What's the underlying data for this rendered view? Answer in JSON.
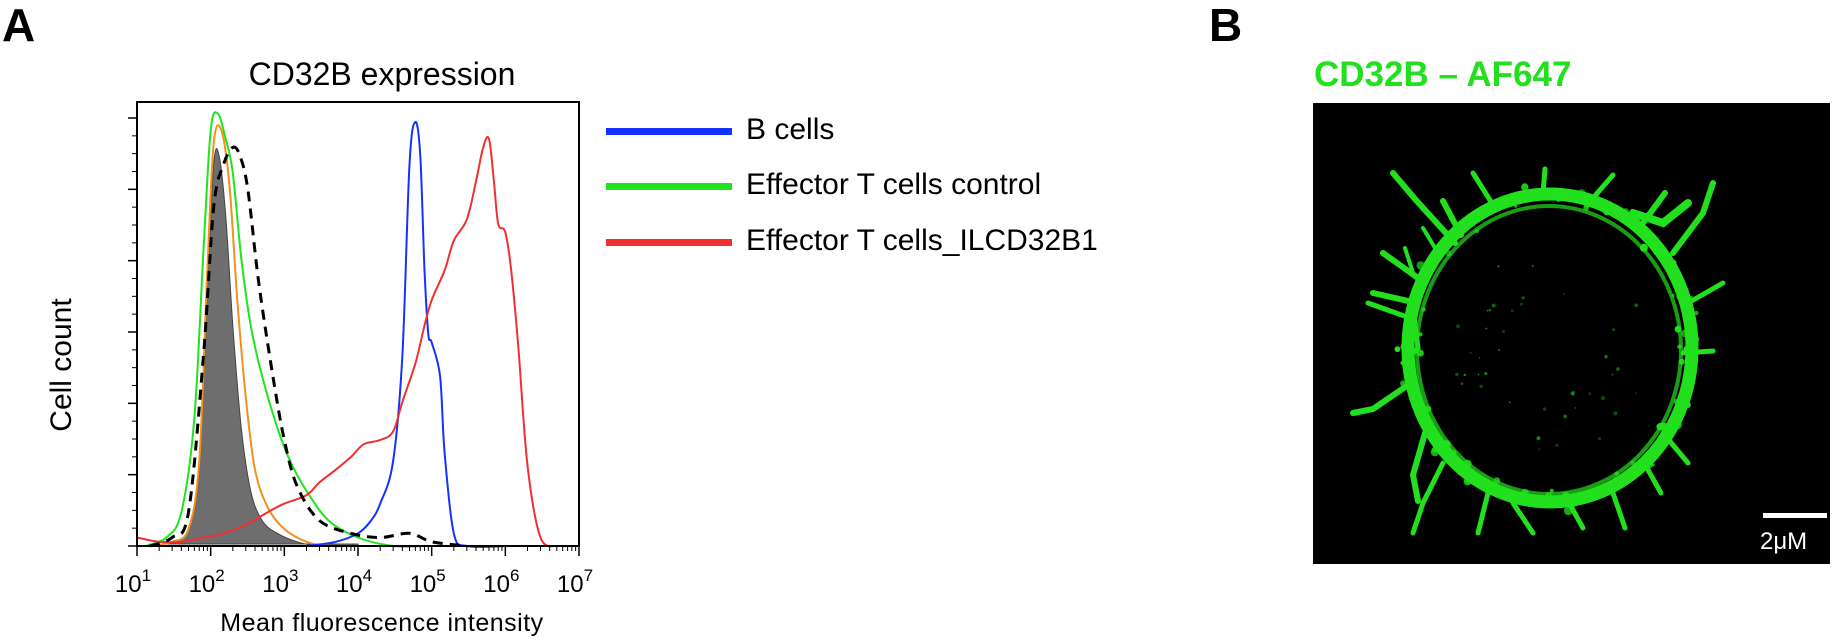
{
  "panel_a": {
    "letter": "A"
  },
  "panel_b": {
    "letter": "B",
    "title": "CD32B – AF647",
    "scale_label": "2μM",
    "stain_color": "#22e01e"
  },
  "legend": [
    {
      "label": "B cells",
      "color": "#1432ff"
    },
    {
      "label": "Effector T cells control",
      "color": "#1ee51e"
    },
    {
      "label": "Effector T cells_ILCD32B1",
      "color": "#f03030"
    }
  ],
  "chart_data": {
    "type": "area",
    "title": "CD32B expression",
    "xlabel": "Mean fluorescence intensity",
    "ylabel": "Cell count",
    "xscale": "log",
    "xlim": [
      10,
      10000000
    ],
    "ylim": [
      0,
      100
    ],
    "xticks": [
      {
        "base": "10",
        "exp": "1"
      },
      {
        "base": "10",
        "exp": "2"
      },
      {
        "base": "10",
        "exp": "3"
      },
      {
        "base": "10",
        "exp": "4"
      },
      {
        "base": "10",
        "exp": "5"
      },
      {
        "base": "10",
        "exp": "6"
      },
      {
        "base": "10",
        "exp": "7"
      }
    ],
    "grid": false,
    "legend_position": "right",
    "series": [
      {
        "name": "",
        "style": "filled-gray",
        "color": "#6e6e6e",
        "x": [
          15,
          30,
          50,
          70,
          90,
          110,
          130,
          160,
          200,
          260,
          350,
          500,
          800,
          1500,
          3000,
          10000
        ],
        "y": [
          0,
          1,
          4,
          18,
          60,
          90,
          92,
          78,
          52,
          28,
          13,
          6,
          3,
          1,
          0,
          0
        ]
      },
      {
        "name": "",
        "style": "orange",
        "color": "#f2901e",
        "x": [
          15,
          30,
          50,
          70,
          90,
          110,
          140,
          180,
          230,
          300,
          400,
          600,
          1000,
          2000,
          4000,
          10000
        ],
        "y": [
          0,
          1,
          4,
          20,
          65,
          95,
          98,
          85,
          58,
          35,
          18,
          9,
          4,
          1,
          0,
          0
        ]
      },
      {
        "name": "B cells",
        "style": "blue",
        "color": "#1432ff",
        "x": [
          2000,
          5000,
          10000,
          15000,
          20000,
          30000,
          40000,
          50000,
          60000,
          70000,
          80000,
          90000,
          100000,
          130000,
          150000,
          200000,
          300000,
          1000000
        ],
        "y": [
          0,
          1,
          3,
          6,
          10,
          20,
          45,
          90,
          100,
          92,
          65,
          50,
          48,
          40,
          22,
          3,
          0,
          0
        ]
      },
      {
        "name": "Effector T cells control",
        "style": "green",
        "color": "#1ee51e",
        "x": [
          13,
          25,
          40,
          60,
          80,
          100,
          125,
          160,
          200,
          260,
          350,
          500,
          800,
          1200,
          2000,
          4000,
          10000,
          30000,
          80000
        ],
        "y": [
          0,
          2,
          8,
          30,
          70,
          98,
          102,
          96,
          88,
          68,
          52,
          40,
          28,
          20,
          13,
          6,
          2,
          0,
          0
        ]
      },
      {
        "name": "",
        "style": "dashed-black",
        "color": "#000000",
        "x": [
          15,
          30,
          50,
          80,
          110,
          150,
          200,
          250,
          320,
          450,
          700,
          1000,
          1500,
          3000,
          8000,
          20000,
          50000,
          100000,
          300000
        ],
        "y": [
          0,
          2,
          8,
          45,
          80,
          90,
          94,
          92,
          84,
          62,
          40,
          25,
          14,
          6,
          3,
          2,
          3,
          1,
          0
        ]
      },
      {
        "name": "Effector T cells_ILCD32B1",
        "style": "red",
        "color": "#f03030",
        "x": [
          10,
          20,
          40,
          80,
          150,
          300,
          600,
          1000,
          2000,
          3000,
          5000,
          8000,
          12000,
          20000,
          30000,
          40000,
          60000,
          80000,
          100000,
          150000,
          200000,
          300000,
          400000,
          500000,
          600000,
          700000,
          800000,
          1000000,
          1200000,
          1500000,
          2000000,
          3000000,
          5000000
        ],
        "y": [
          2,
          1,
          1,
          2,
          3,
          5,
          8,
          10,
          12,
          15,
          18,
          21,
          24,
          25,
          27,
          34,
          43,
          52,
          58,
          65,
          72,
          77,
          86,
          94,
          96,
          86,
          76,
          74,
          65,
          47,
          19,
          2,
          0
        ]
      }
    ]
  }
}
